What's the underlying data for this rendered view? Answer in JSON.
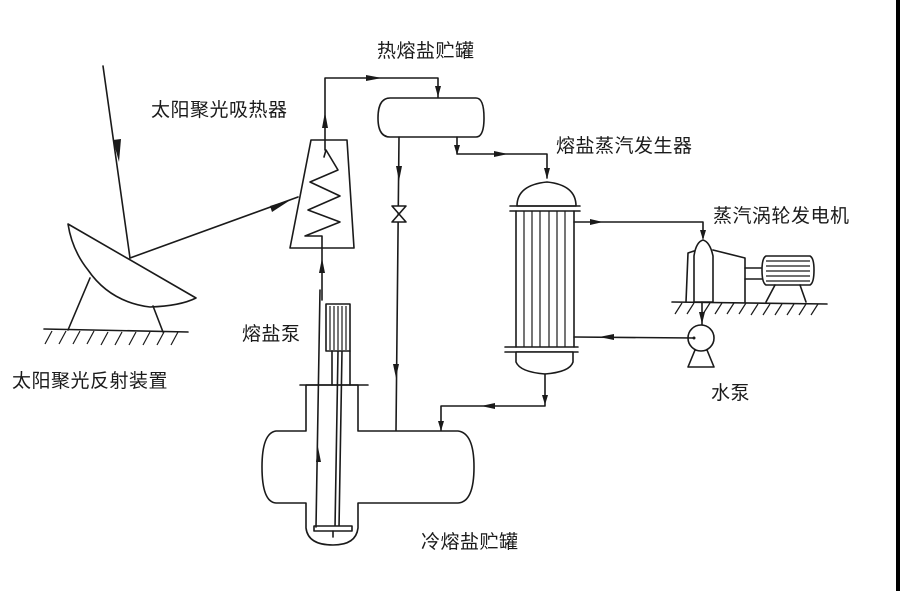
{
  "diagram": {
    "type": "process-flow",
    "labels": {
      "hot_tank": "热熔盐贮罐",
      "receiver": "太阳聚光吸热器",
      "steam_generator": "熔盐蒸汽发生器",
      "turbine_generator": "蒸汽涡轮发电机",
      "salt_pump": "熔盐泵",
      "reflector": "太阳聚光反射装置",
      "water_pump": "水泵",
      "cold_tank": "冷熔盐贮罐"
    },
    "components": [
      {
        "id": "reflector",
        "name": "太阳聚光反射装置",
        "icon": "dish-reflector"
      },
      {
        "id": "receiver",
        "name": "太阳聚光吸热器",
        "icon": "tower-receiver-coil"
      },
      {
        "id": "hot_tank",
        "name": "热熔盐贮罐",
        "icon": "horizontal-tank"
      },
      {
        "id": "valve",
        "name": "",
        "icon": "gate-valve"
      },
      {
        "id": "steam_generator",
        "name": "熔盐蒸汽发生器",
        "icon": "shell-tube-exchanger"
      },
      {
        "id": "turbine_generator",
        "name": "蒸汽涡轮发电机",
        "icon": "turbine-generator"
      },
      {
        "id": "water_pump",
        "name": "水泵",
        "icon": "centrifugal-pump"
      },
      {
        "id": "cold_tank",
        "name": "冷熔盐贮罐",
        "icon": "horizontal-tank-with-sump"
      },
      {
        "id": "salt_pump",
        "name": "熔盐泵",
        "icon": "vertical-pump"
      }
    ],
    "flows": [
      {
        "from": "sun",
        "to": "reflector",
        "kind": "light"
      },
      {
        "from": "reflector",
        "to": "receiver",
        "kind": "light"
      },
      {
        "from": "receiver",
        "to": "hot_tank",
        "kind": "molten-salt"
      },
      {
        "from": "hot_tank",
        "to": "steam_generator",
        "kind": "molten-salt"
      },
      {
        "from": "hot_tank",
        "to": "cold_tank",
        "kind": "molten-salt",
        "via": "valve"
      },
      {
        "from": "steam_generator",
        "to": "turbine_generator",
        "kind": "steam"
      },
      {
        "from": "turbine_generator",
        "to": "water_pump",
        "kind": "water"
      },
      {
        "from": "water_pump",
        "to": "steam_generator",
        "kind": "water"
      },
      {
        "from": "steam_generator",
        "to": "cold_tank",
        "kind": "molten-salt"
      },
      {
        "from": "cold_tank",
        "to": "receiver",
        "kind": "molten-salt",
        "via": "salt_pump"
      }
    ]
  }
}
